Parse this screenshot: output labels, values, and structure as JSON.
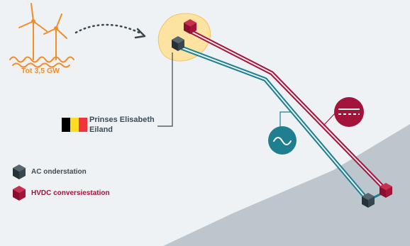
{
  "wind": {
    "capacity_label": "Tot 3,5 GW"
  },
  "island": {
    "name": "Prinses Elisabeth Eiland",
    "flag_colors": [
      "#000000",
      "#fdda24",
      "#ef3340"
    ]
  },
  "legend": {
    "ac_label": "AC onderstation",
    "hvdc_label": "HVDC conversiestation"
  },
  "symbols": {
    "ac": "sine-wave-icon",
    "dc": "dc-symbol-icon"
  },
  "colors": {
    "background": "#eef2f4",
    "land": "#bcc6cc",
    "wind_orange": "#f28c28",
    "island_yellow": "#fde3a1",
    "ac_teal": "#1f7e8f",
    "hvdc_red": "#a3143a",
    "station_dark": "#37474f",
    "text_dark": "#3d4c55"
  }
}
